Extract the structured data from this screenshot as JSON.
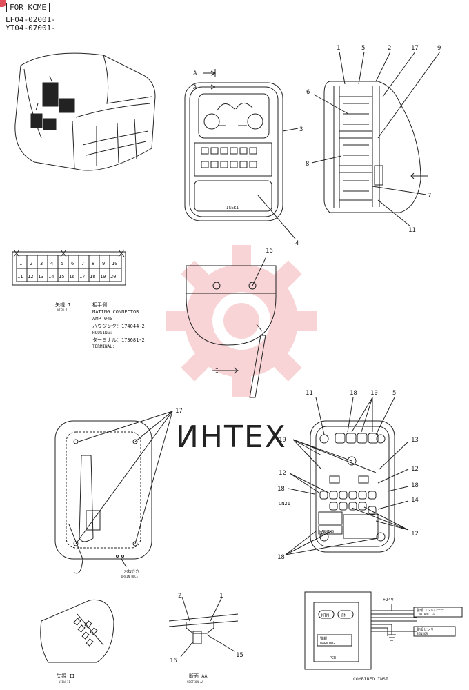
{
  "header": {
    "tag": "FOR KCME",
    "serial_1": "LF04-02001-",
    "serial_2": "YT04-07001-"
  },
  "watermark": {
    "text": "ИНТЕХ",
    "color": "#f0a0a4"
  },
  "callouts": {
    "top": [
      "1",
      "5",
      "2",
      "17",
      "9",
      "6",
      "3",
      "8",
      "7",
      "11",
      "4"
    ],
    "mid": [
      "16"
    ],
    "bottom_left": [
      "17"
    ],
    "bottom_right": [
      "11",
      "18",
      "10",
      "5",
      "19",
      "13",
      "12",
      "12",
      "18",
      "18",
      "14",
      "12",
      "18"
    ],
    "section": [
      "2",
      "1",
      "16",
      "15"
    ]
  },
  "view_arrows": [
    "A",
    "A",
    "I"
  ],
  "connector": {
    "top_row": [
      "1",
      "2",
      "3",
      "4",
      "5",
      "6",
      "7",
      "8",
      "9",
      "10"
    ],
    "bottom_row": [
      "11",
      "12",
      "13",
      "14",
      "15",
      "16",
      "17",
      "18",
      "19",
      "20"
    ],
    "caption_view_jp": "矢視 I",
    "caption_view_en": "VIEW I",
    "label_jp": "相手側",
    "mating": "MATING CONNECTOR",
    "amp": "AMP 040",
    "housing_jp": "ハウジング：174044-2",
    "housing": "HOUSING:",
    "terminal_jp": "ターミナル：173681-2",
    "terminal": "TERMINAL:"
  },
  "monitor_brand": "ISEKI",
  "drain": {
    "jp": "水抜き穴",
    "en": "DRAIN HOLE"
  },
  "cn_label": "CN21",
  "warning_panel": "WARNING",
  "view_ii": {
    "jp": "矢視 II",
    "en": "VIEW II"
  },
  "section_aa": {
    "jp": "断面 AA",
    "en": "SECTION AA"
  },
  "schematic": {
    "voltage": "+24V",
    "btn1": "MTM",
    "btn2": "FM",
    "warn_jp": "警報",
    "warn_en": "WARNING",
    "pcb": "PCB",
    "ctrl_jp": "警報コントローラ",
    "ctrl_en": "CONTROLLER",
    "sensor_jp": "警報センサ",
    "sensor_en": "SENSOR",
    "caption": "COMBINED INST"
  }
}
